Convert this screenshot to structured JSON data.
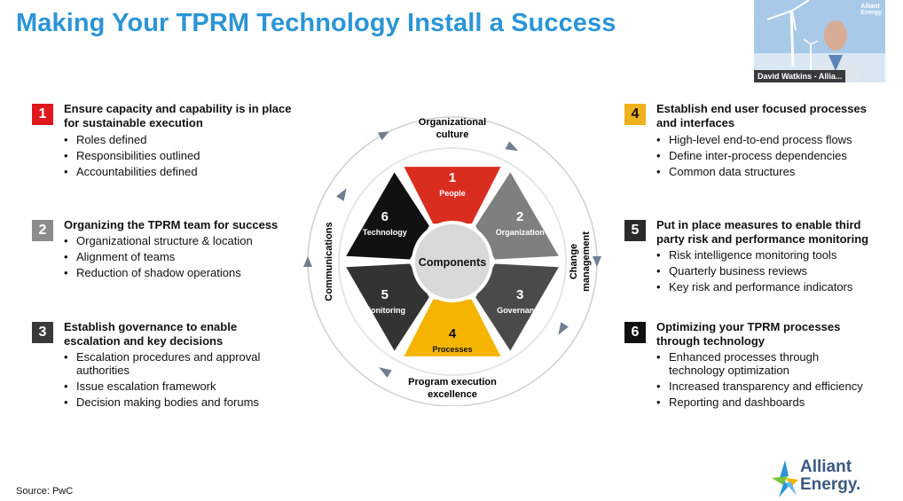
{
  "title": "Making Your TPRM Technology Install a Success",
  "video": {
    "name": "David Watkins - Allia...",
    "logo_line1": "Alliant",
    "logo_line2": "Energy"
  },
  "sections": [
    {
      "num": "1",
      "color": "#e0161d",
      "title": "Ensure capacity and capability is in place for sustainable execution",
      "bullets": [
        "Roles defined",
        "Responsibilities outlined",
        "Accountabilities defined"
      ]
    },
    {
      "num": "2",
      "color": "#8c8c8c",
      "title": "Organizing the TPRM team for success",
      "bullets": [
        "Organizational structure & location",
        "Alignment of teams",
        "Reduction of shadow operations"
      ]
    },
    {
      "num": "3",
      "color": "#3a3a3a",
      "title": "Establish governance to enable escalation and key decisions",
      "bullets": [
        "Escalation procedures and approval authorities",
        "Issue escalation framework",
        "Decision making bodies and forums"
      ]
    },
    {
      "num": "4",
      "color": "#f0b21c",
      "title": "Establish end user focused processes and interfaces",
      "bullets": [
        "High-level end-to-end process flows",
        "Define inter-process dependencies",
        "Common data structures"
      ]
    },
    {
      "num": "5",
      "color": "#2b2b2b",
      "title": "Put in place measures to enable third party risk and performance monitoring",
      "bullets": [
        "Risk intelligence monitoring tools",
        "Quarterly business reviews",
        "Key risk and performance indicators"
      ]
    },
    {
      "num": "6",
      "color": "#111111",
      "title": "Optimizing your TPRM processes through technology",
      "bullets": [
        "Enhanced processes through technology optimization",
        "Increased transparency and efficiency",
        "Reporting and dashboards"
      ]
    }
  ],
  "wheel": {
    "center": "Components",
    "segments": [
      {
        "num": "1",
        "label": "People",
        "color": "#d92d20"
      },
      {
        "num": "2",
        "label": "Organization",
        "color": "#7f7f7f"
      },
      {
        "num": "3",
        "label": "Governance",
        "color": "#4a4a4a"
      },
      {
        "num": "4",
        "label": "Processes",
        "color": "#f5b400"
      },
      {
        "num": "5",
        "label": "Monitoring",
        "color": "#333333"
      },
      {
        "num": "6",
        "label": "Technology",
        "color": "#111111"
      }
    ],
    "outer_top": [
      "Organizational",
      "culture"
    ],
    "outer_bottom": [
      "Program execution",
      "excellence"
    ],
    "outer_left": "Communications",
    "outer_right": [
      "Change",
      "management"
    ]
  },
  "source": "Source: PwC",
  "brand": {
    "line1": "Alliant",
    "line2": "Energy."
  }
}
